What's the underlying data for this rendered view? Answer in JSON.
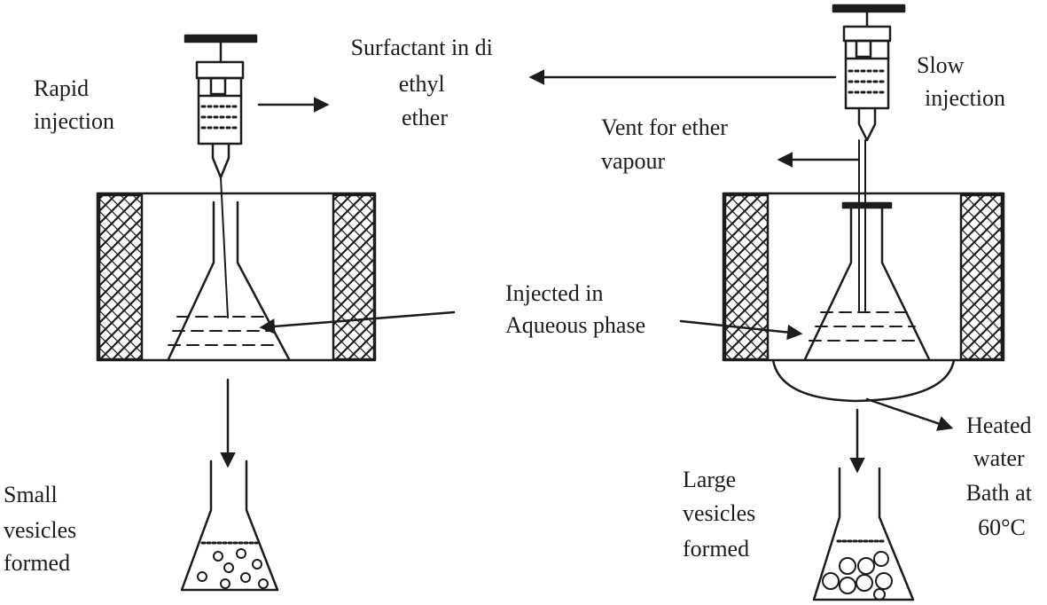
{
  "labels": {
    "rapid_line1": "Rapid",
    "rapid_line2": "injection",
    "surfactant_line1": "Surfactant in di",
    "surfactant_line2": "ethyl",
    "surfactant_line3": "ether",
    "slow_line1": "Slow",
    "slow_line2": "injection",
    "vent_line1": "Vent for ether",
    "vent_line2": "vapour",
    "injected_line1": "Injected in",
    "injected_line2": "Aqueous phase",
    "small_line1": "Small",
    "small_line2": "vesicles",
    "small_line3": "formed",
    "large_line1": "Large",
    "large_line2": "vesicles",
    "large_line3": "formed",
    "heated_line1": "Heated",
    "heated_line2": "water",
    "heated_line3": "Bath at",
    "heated_line4": "60°C"
  },
  "colors": {
    "ink": "#1c1c1c",
    "background": "#ffffff"
  }
}
